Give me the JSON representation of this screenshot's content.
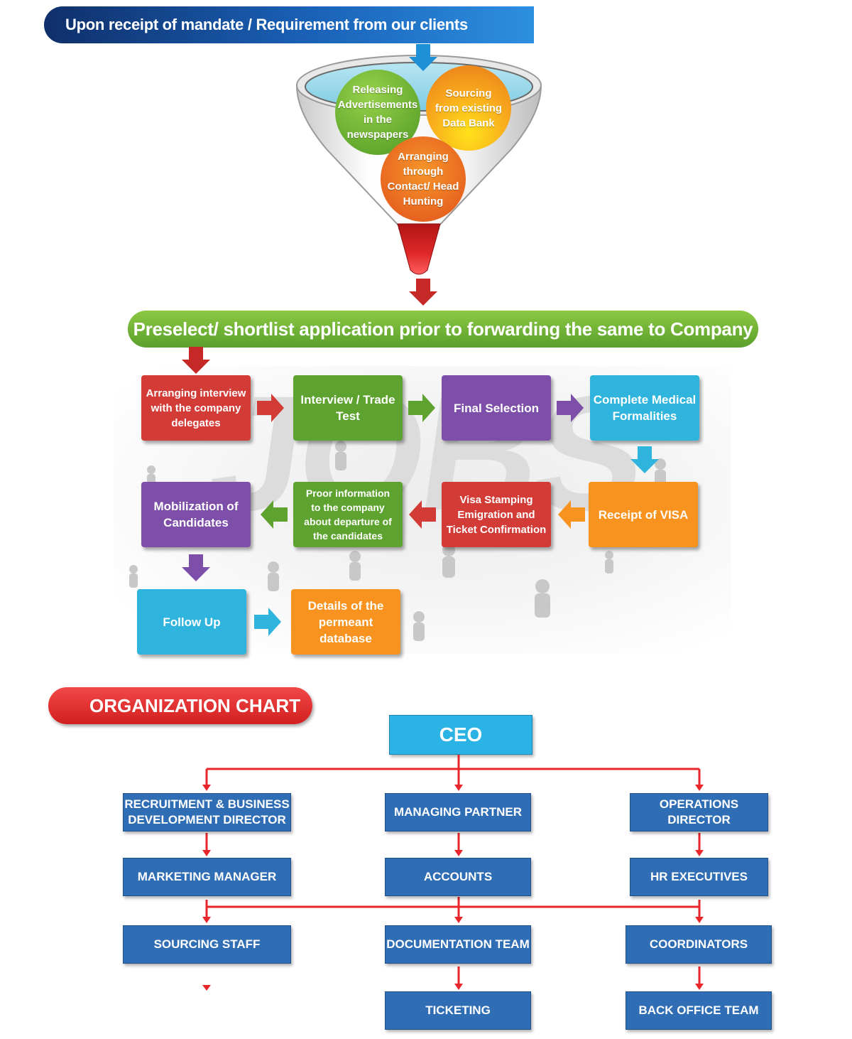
{
  "header_banner": "Upon receipt of mandate / Requirement from our clients",
  "funnel": {
    "circle_advertisements": "Releasing\nAdvertisements\nin the\nnewspapers",
    "circle_databank": "Sourcing\nfrom existing\nData Bank",
    "circle_headhunting": "Arranging\nthrough\nContact/ Head\nHunting"
  },
  "preselect_banner": "Preselect/ shortlist application prior to forwarding the same to Company",
  "background_word": "JOBS",
  "process_steps": [
    {
      "label": "Arranging interview\nwith the company\ndelegates",
      "color": "#d23b36"
    },
    {
      "label": "Interview / Trade\nTest",
      "color": "#5ea32f"
    },
    {
      "label": "Final Selection",
      "color": "#7d4fa8"
    },
    {
      "label": "Complete Medical\nFormalities",
      "color": "#2fb5dd"
    },
    {
      "label": "Receipt of VISA",
      "color": "#f7931e"
    },
    {
      "label": "Visa Stamping\nEmigration and\nTicket Confirmation",
      "color": "#d23b36"
    },
    {
      "label": "Proor information\nto the company\nabout departure of\nthe candidates",
      "color": "#5ea32f"
    },
    {
      "label": "Mobilization of\nCandidates",
      "color": "#7d4fa8"
    },
    {
      "label": "Follow Up",
      "color": "#2fb5dd"
    },
    {
      "label": "Details of the\npermeant database",
      "color": "#f7931e"
    }
  ],
  "org_chart": {
    "title": "ORGANIZATION CHART",
    "ceo": "CEO",
    "level1": [
      "RECRUITMENT & BUSINESS\nDEVELOPMENT DIRECTOR",
      "MANAGING PARTNER",
      "OPERATIONS\nDIRECTOR"
    ],
    "level2": [
      "MARKETING MANAGER",
      "ACCOUNTS",
      "HR EXECUTIVES"
    ],
    "level3": [
      "SOURCING STAFF",
      "DOCUMENTATION TEAM",
      "COORDINATORS"
    ],
    "level4": [
      "TICKETING",
      "BACK OFFICE TEAM"
    ],
    "connector_color": "#e8262b",
    "box_color": "#2f6db4"
  }
}
